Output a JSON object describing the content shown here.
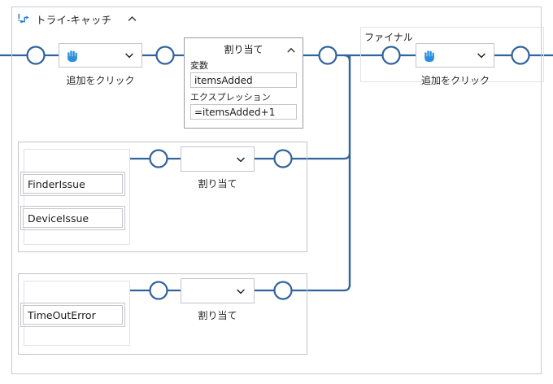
{
  "region": {
    "title": "トライ-キャッチ",
    "icon": "try-catch-icon",
    "collapse_icon": "chevron-up-icon"
  },
  "try_flow": {
    "action_node": {
      "icon": "hand-icon",
      "dropdown_icon": "chevron-down-icon",
      "label": "追加をクリック"
    },
    "assignment": {
      "title": "割り当て",
      "collapse_icon": "chevron-up-icon",
      "variable_label": "変数",
      "variable_value": "itemsAdded",
      "expression_label": "エクスプレッション",
      "expression_value": "=itemsAdded+1"
    }
  },
  "finally": {
    "title": "ファイナル",
    "action_node": {
      "icon": "hand-icon",
      "dropdown_icon": "chevron-down-icon",
      "label": "追加をクリック"
    }
  },
  "catch_blocks": [
    {
      "exceptions": [
        "FinderIssue",
        "DeviceIssue"
      ],
      "select": {
        "value": "",
        "dropdown_icon": "chevron-down-icon",
        "label": "割り当て"
      }
    },
    {
      "exceptions": [
        "TimeOutError"
      ],
      "select": {
        "value": "",
        "dropdown_icon": "chevron-down-icon",
        "label": "割り当て"
      }
    }
  ],
  "colors": {
    "connector": "#31639c",
    "accent": "#2b7fd4",
    "region_border": "#c9c9d2",
    "node_border": "#c4c4cc",
    "inner_border": "#e2e2e8",
    "text": "#1b1b1b"
  }
}
